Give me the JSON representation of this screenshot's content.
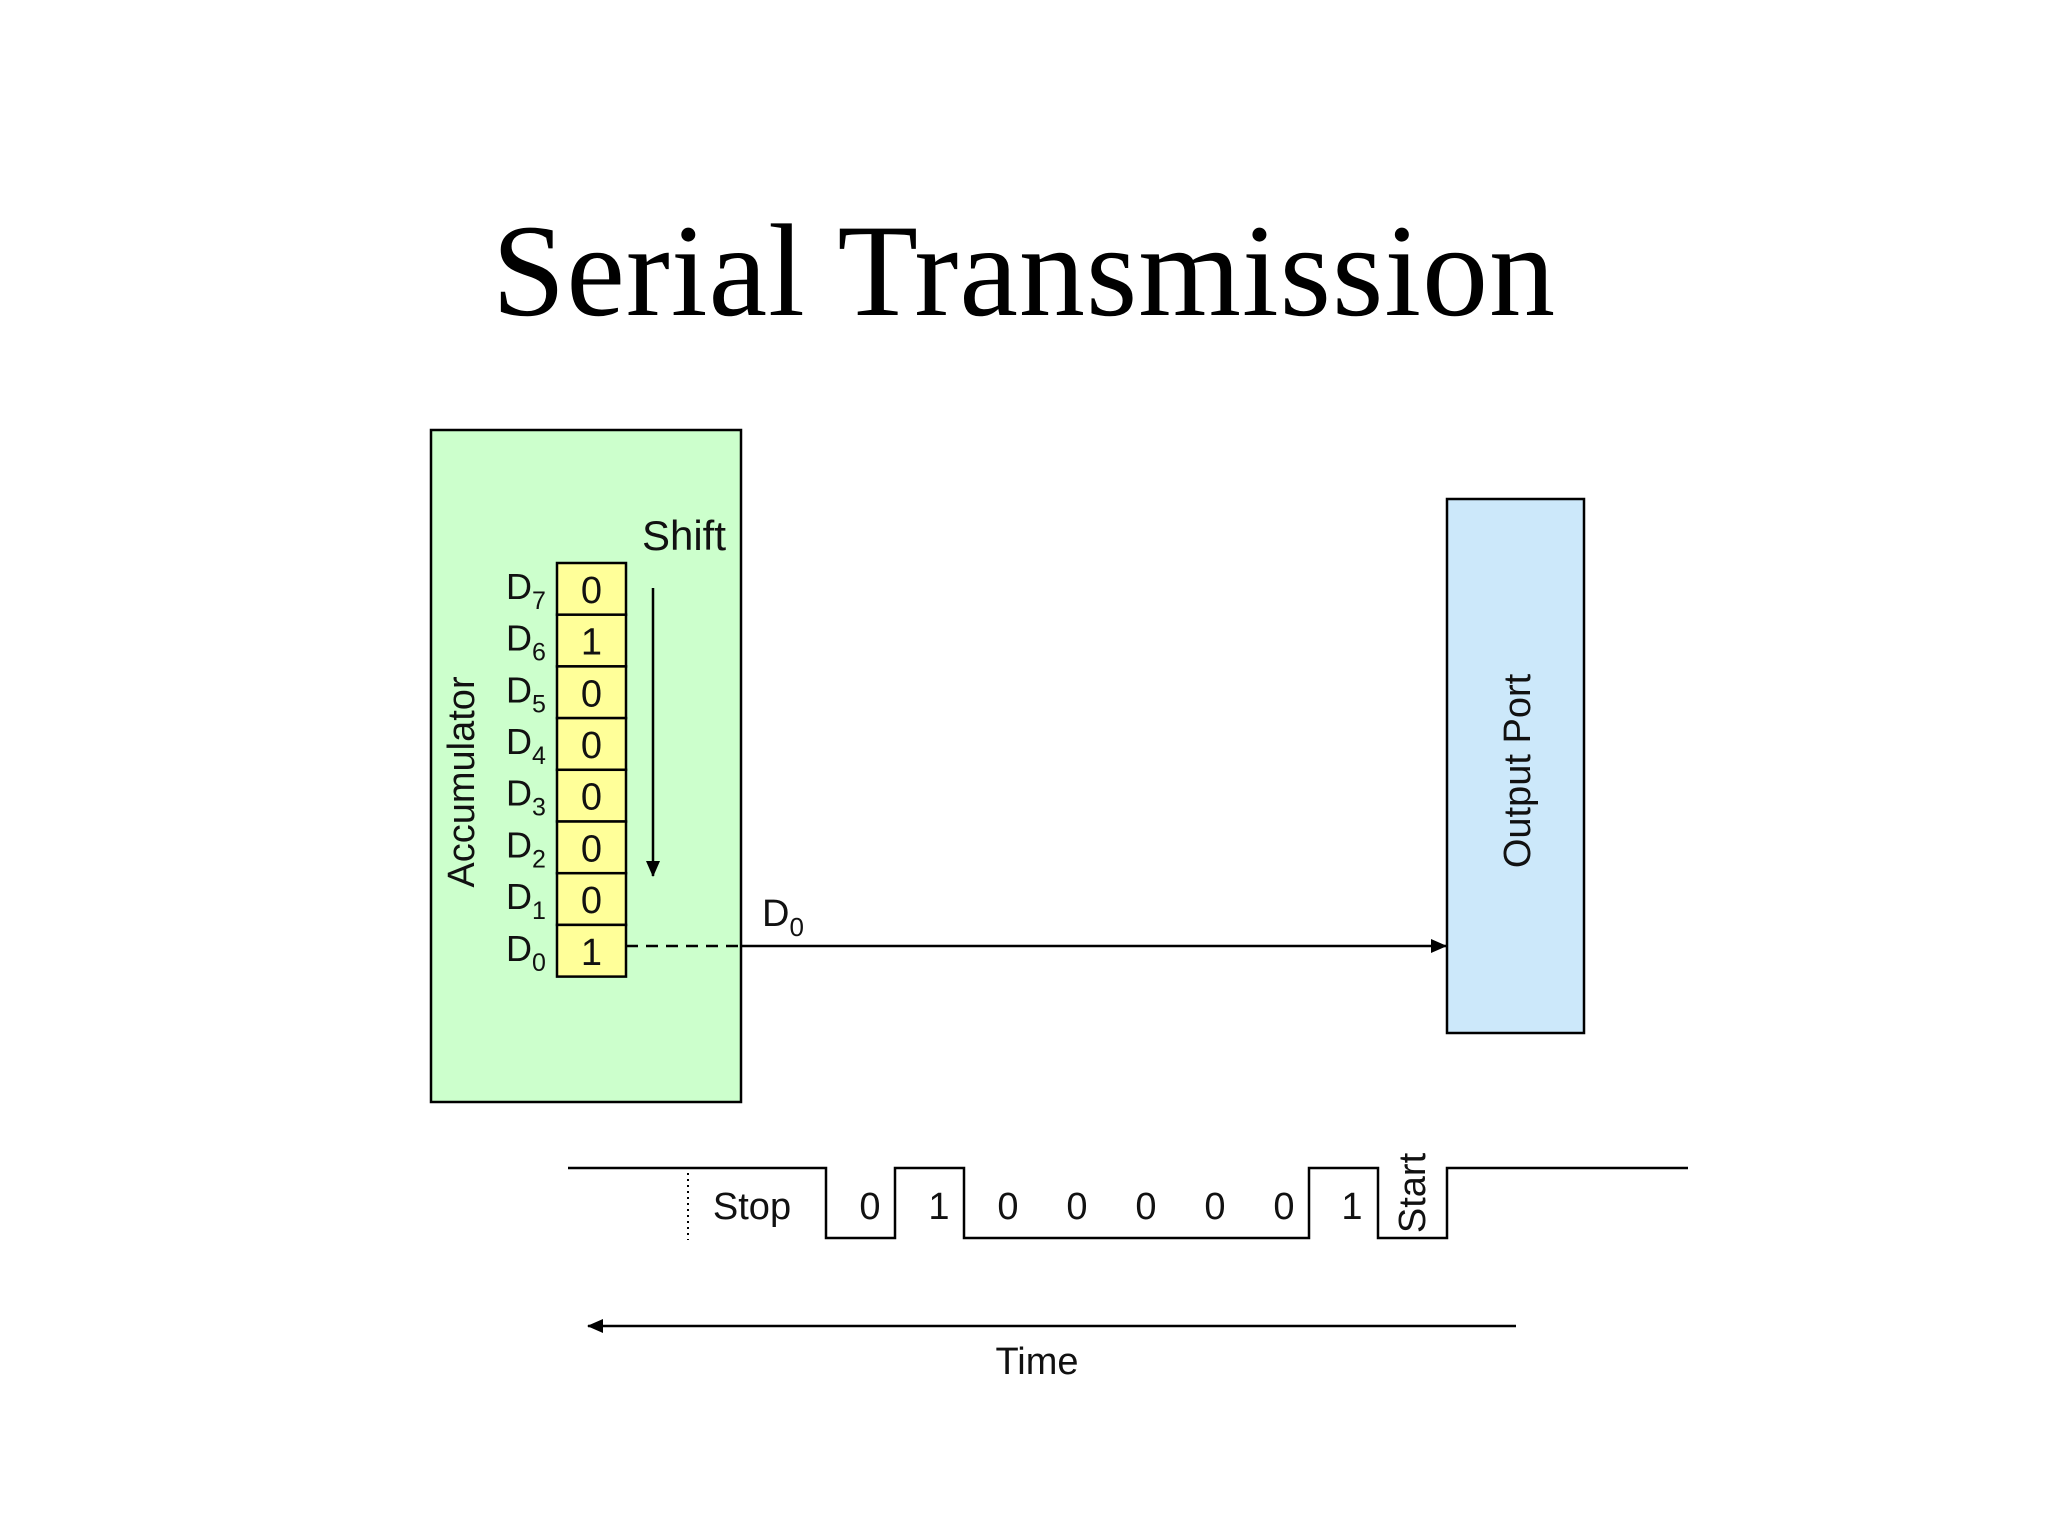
{
  "title": "Serial Transmission",
  "accumulator": {
    "label": "Accumulator",
    "fill_color": "#ccffcc",
    "shift_label": "Shift",
    "register_fill_color": "#ffff99",
    "bits": [
      {
        "name": "D",
        "sub": "7",
        "value": "0"
      },
      {
        "name": "D",
        "sub": "6",
        "value": "1"
      },
      {
        "name": "D",
        "sub": "5",
        "value": "0"
      },
      {
        "name": "D",
        "sub": "4",
        "value": "0"
      },
      {
        "name": "D",
        "sub": "3",
        "value": "0"
      },
      {
        "name": "D",
        "sub": "2",
        "value": "0"
      },
      {
        "name": "D",
        "sub": "1",
        "value": "0"
      },
      {
        "name": "D",
        "sub": "0",
        "value": "1"
      }
    ]
  },
  "line_label": {
    "name": "D",
    "sub": "0"
  },
  "output_port": {
    "label": "Output Port",
    "fill_color": "#cce8fa"
  },
  "waveform": {
    "stop_label": "Stop",
    "start_label": "Start",
    "data_bits": [
      "0",
      "1",
      "0",
      "0",
      "0",
      "0",
      "0",
      "1"
    ]
  },
  "time_label": "Time"
}
